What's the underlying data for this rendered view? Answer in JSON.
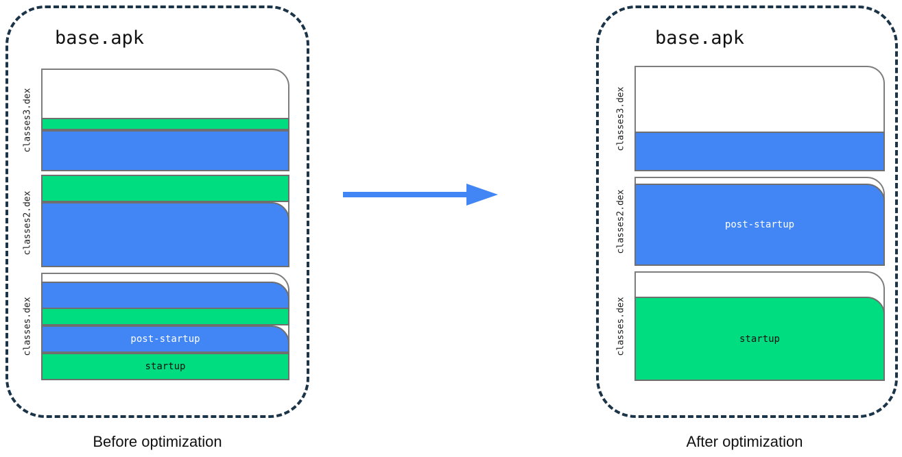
{
  "diagram": {
    "title_before": "Before optimization",
    "title_after": "After optimization",
    "arrow": {
      "name": "transformation-arrow",
      "color": "#4285f4",
      "direction": "right"
    },
    "colors": {
      "blue": "#4285f4",
      "green": "#00dd81",
      "white": "#ffffff",
      "outline": "#6f6f6f",
      "panel_border": "#1b3448"
    },
    "legend": {
      "startup_label": "startup",
      "post_startup_label": "post-startup"
    }
  },
  "panels": [
    {
      "id": "before",
      "apk_name": "base.apk",
      "caption": "Before optimization",
      "dex_files": [
        {
          "label": "classes3.dex",
          "segments": [
            {
              "type": "empty",
              "color": "#ffffff",
              "text": "",
              "share": 0.48
            },
            {
              "type": "startup",
              "color": "#00dd81",
              "text": "",
              "share": 0.12
            },
            {
              "type": "post-startup",
              "color": "#4285f4",
              "text": "",
              "share": 0.4
            }
          ]
        },
        {
          "label": "classes2.dex",
          "segments": [
            {
              "type": "empty",
              "color": "#ffffff",
              "text": "",
              "share": 0.07
            },
            {
              "type": "startup",
              "color": "#00dd81",
              "text": "",
              "share": 0.28
            },
            {
              "type": "post-startup",
              "color": "#4285f4",
              "text": "",
              "share": 0.65
            }
          ]
        },
        {
          "label": "classes.dex",
          "segments": [
            {
              "type": "empty",
              "color": "#ffffff",
              "text": "",
              "share": 0.1
            },
            {
              "type": "post-startup",
              "color": "#4285f4",
              "text": "",
              "share": 0.24
            },
            {
              "type": "startup",
              "color": "#00dd81",
              "text": "",
              "share": 0.16
            },
            {
              "type": "post-startup",
              "color": "#4285f4",
              "text": "post-startup",
              "share": 0.25
            },
            {
              "type": "startup",
              "color": "#00dd81",
              "text": "startup",
              "share": 0.25
            }
          ]
        }
      ]
    },
    {
      "id": "after",
      "apk_name": "base.apk",
      "caption": "After optimization",
      "dex_files": [
        {
          "label": "classes3.dex",
          "segments": [
            {
              "type": "empty",
              "color": "#ffffff",
              "text": "",
              "share": 0.62
            },
            {
              "type": "post-startup",
              "color": "#4285f4",
              "text": "",
              "share": 0.38
            }
          ]
        },
        {
          "label": "classes2.dex",
          "segments": [
            {
              "type": "empty",
              "color": "#ffffff",
              "text": "",
              "share": 0.07
            },
            {
              "type": "post-startup",
              "color": "#4285f4",
              "text": "post-startup",
              "share": 0.93
            }
          ]
        },
        {
          "label": "classes.dex",
          "segments": [
            {
              "type": "empty",
              "color": "#ffffff",
              "text": "",
              "share": 0.23
            },
            {
              "type": "startup",
              "color": "#00dd81",
              "text": "startup",
              "share": 0.77
            }
          ]
        }
      ]
    }
  ]
}
